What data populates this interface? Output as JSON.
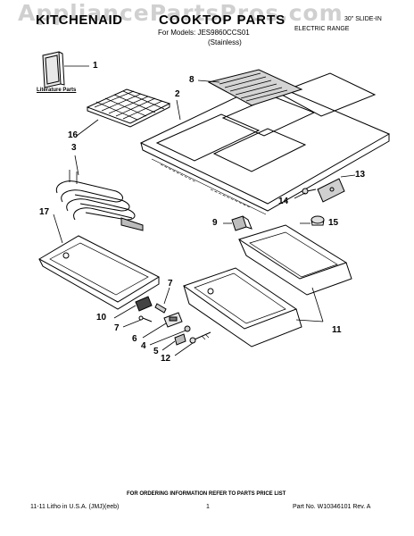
{
  "header": {
    "watermark": "AppliancePartsPros.com",
    "brand": "KITCHENAID",
    "title": "COOKTOP PARTS",
    "models_line": "For Models: JES9860CCS01",
    "finish": "(Stainless)",
    "section_label": "30\" SLIDE-IN",
    "appliance_type": "ELECTRIC RANGE"
  },
  "literature_label": "Literature Parts",
  "callouts": {
    "c1": "1",
    "c2": "2",
    "c3": "3",
    "c4": "4",
    "c5": "5",
    "c6": "6",
    "c7a": "7",
    "c7b": "7",
    "c8": "8",
    "c9": "9",
    "c10": "10",
    "c11": "11",
    "c12": "12",
    "c13": "13",
    "c14": "14",
    "c15": "15",
    "c16": "16",
    "c17": "17"
  },
  "footer": {
    "ordering": "FOR ORDERING INFORMATION REFER TO PARTS PRICE LIST",
    "litho": "11-11 Litho in U.S.A. (JMJ)(eeb)",
    "page": "1",
    "part_no": "Part No. W10346101 Rev. A"
  }
}
